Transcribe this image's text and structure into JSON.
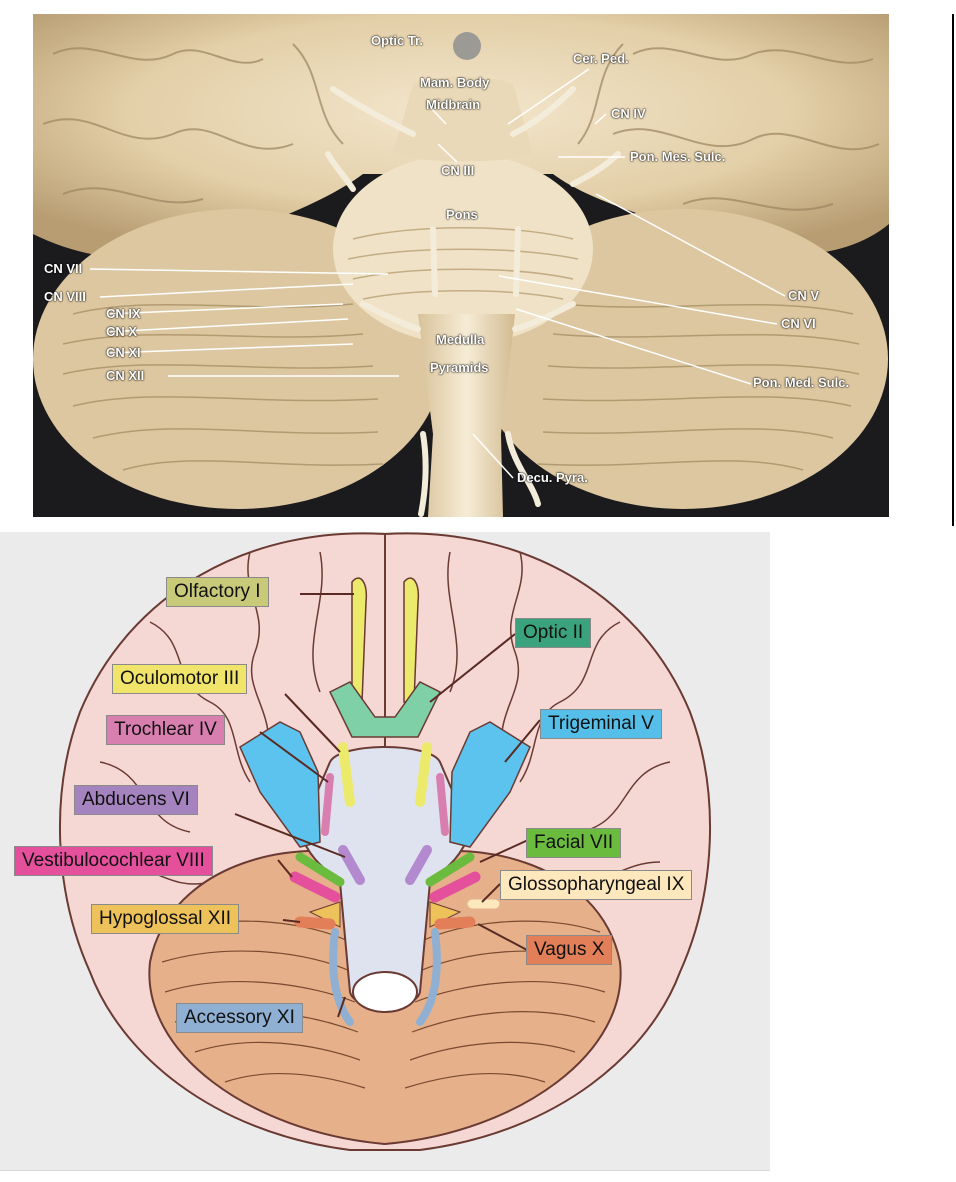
{
  "photo": {
    "labels": {
      "optic_tr": "Optic Tr.",
      "cer_ped": "Cer. Ped.",
      "mam_body": "Mam. Body",
      "midbrain": "Midbrain",
      "cn_iv": "CN IV",
      "cn_iii": "CN III",
      "pon_mes_sulc": "Pon. Mes. Sulc.",
      "pons": "Pons",
      "cn_vii": "CN VII",
      "cn_viii": "CN VIII",
      "cn_ix": "CN IX",
      "cn_x": "CN X",
      "cn_xi": "CN XI",
      "cn_xii": "CN XII",
      "cn_v": "CN V",
      "cn_vi": "CN VI",
      "medulla": "Medulla",
      "pyramids": "Pyramids",
      "pon_med_sulc": "Pon. Med. Sulc.",
      "decu_pyra": "Decu. Pyra."
    }
  },
  "diagram": {
    "nerves": {
      "olfactory": {
        "label": "Olfactory I",
        "color": "#c9c97a"
      },
      "optic": {
        "label": "Optic II",
        "color": "#3aa37e"
      },
      "oculomotor": {
        "label": "Oculomotor III",
        "color": "#f0e46a"
      },
      "trochlear": {
        "label": "Trochlear IV",
        "color": "#d97fb0"
      },
      "trigeminal": {
        "label": "Trigeminal V",
        "color": "#55bfe9"
      },
      "abducens": {
        "label": "Abducens VI",
        "color": "#a483be"
      },
      "facial": {
        "label": "Facial VII",
        "color": "#6bbb3f"
      },
      "vestibulocochlear": {
        "label": "Vestibulocochlear VIII",
        "color": "#e5509c"
      },
      "glossopharyngeal": {
        "label": "Glossopharyngeal IX",
        "color": "#fde7bd"
      },
      "hypoglossal": {
        "label": "Hypoglossal XII",
        "color": "#eec25a"
      },
      "vagus": {
        "label": "Vagus X",
        "color": "#e27e58"
      },
      "accessory": {
        "label": "Accessory XI",
        "color": "#8fb0d3"
      }
    }
  }
}
